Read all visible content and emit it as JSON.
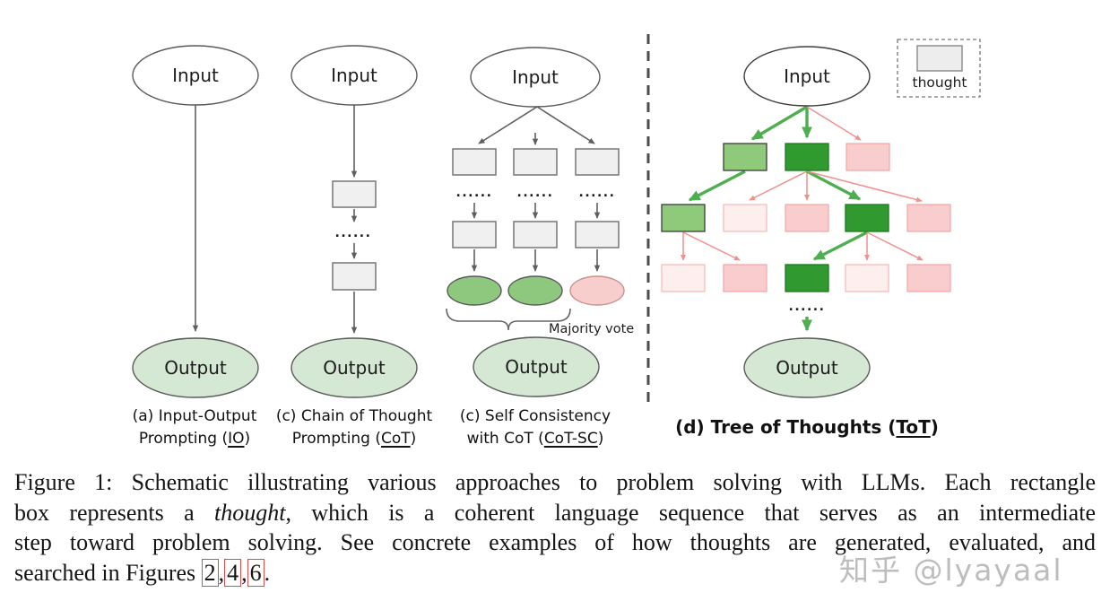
{
  "labels": {
    "input": "Input",
    "output": "Output",
    "dots": "......",
    "majority_vote": "Majority vote",
    "thought_legend": "thought"
  },
  "panel_captions": {
    "io": {
      "line1": "(a) Input-Output",
      "line2_pre": "Prompting (",
      "acronym": "IO",
      "line2_post": ")"
    },
    "cot": {
      "line1": "(c) Chain of Thought",
      "line2_pre": "Prompting (",
      "acronym": "CoT",
      "line2_post": ")"
    },
    "cot_sc": {
      "line1": "(c) Self Consistency",
      "line2_pre": "with CoT (",
      "acronym": "CoT-SC",
      "line2_post": ")"
    },
    "tot": {
      "pre": "(d) Tree of Thoughts (",
      "acronym": "ToT",
      "post": ")"
    }
  },
  "caption": {
    "line1": "Figure 1: Schematic illustrating various approaches to problem solving with LLMs. Each rectangle",
    "line2_pre": "box represents a ",
    "line2_italic": "thought",
    "line2_post": ", which is a coherent language sequence that serves as an intermediate",
    "line3": "step toward problem solving. See concrete examples of how thoughts are generated, evaluated, and",
    "line4_pre": "searched in Figures ",
    "ref1": "2",
    "sep1": ",",
    "ref2": "4",
    "sep2": ",",
    "ref3": "6",
    "end": "."
  },
  "watermark": {
    "text": "知乎 @lyayaal"
  },
  "colors": {
    "output_fill": "#d5e8d4",
    "input_fill": "#ffffff",
    "gray_box_fill": "#f0f0f0",
    "green_dark": "#309930",
    "green_mid": "#8fca7b",
    "pink": "#f9cdcd",
    "pink_light": "#fdefee",
    "green_arrow": "#4fae4f",
    "pink_arrow": "#f0918e",
    "gray_stroke": "#5f5f5f",
    "link_red": "#e04b4b",
    "watermark_gray": "#949494"
  },
  "tot_tree": {
    "level1": [
      "green_mid",
      "green_dark",
      "pink"
    ],
    "level2": [
      "green_mid",
      "pink_light",
      "pink",
      "green_dark",
      "pink"
    ],
    "level3": [
      "pink_light",
      "pink",
      "green_dark",
      "pink_light",
      "pink"
    ]
  }
}
